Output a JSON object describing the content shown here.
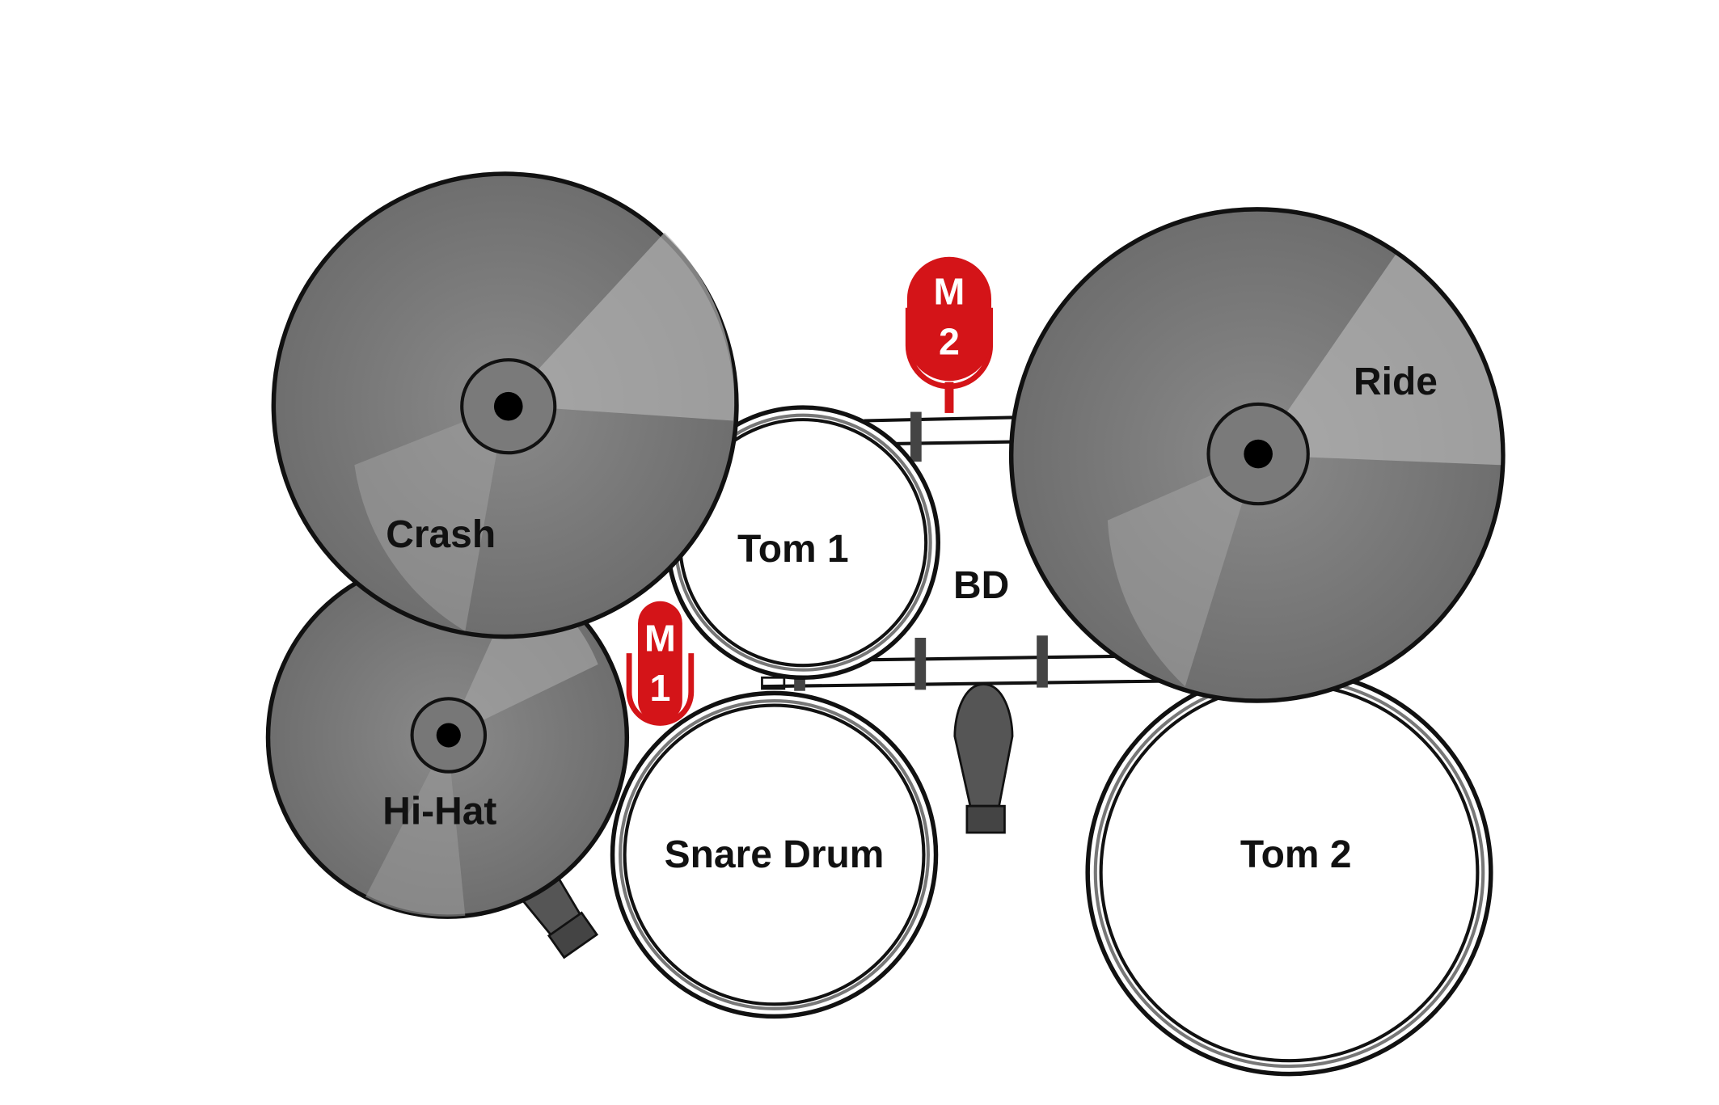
{
  "diagram": {
    "labels": {
      "crash": "Crash",
      "hihat": "Hi-Hat",
      "tom1": "Tom 1",
      "bass_drum": "BD",
      "ride": "Ride",
      "snare": "Snare Drum",
      "tom2": "Tom 2"
    },
    "microphones": [
      {
        "line1": "M",
        "line2": "1"
      },
      {
        "line1": "M",
        "line2": "2"
      }
    ],
    "colors": {
      "mic": "#d41418",
      "cymbal": "#7b7b7b",
      "outline": "#111111"
    }
  }
}
